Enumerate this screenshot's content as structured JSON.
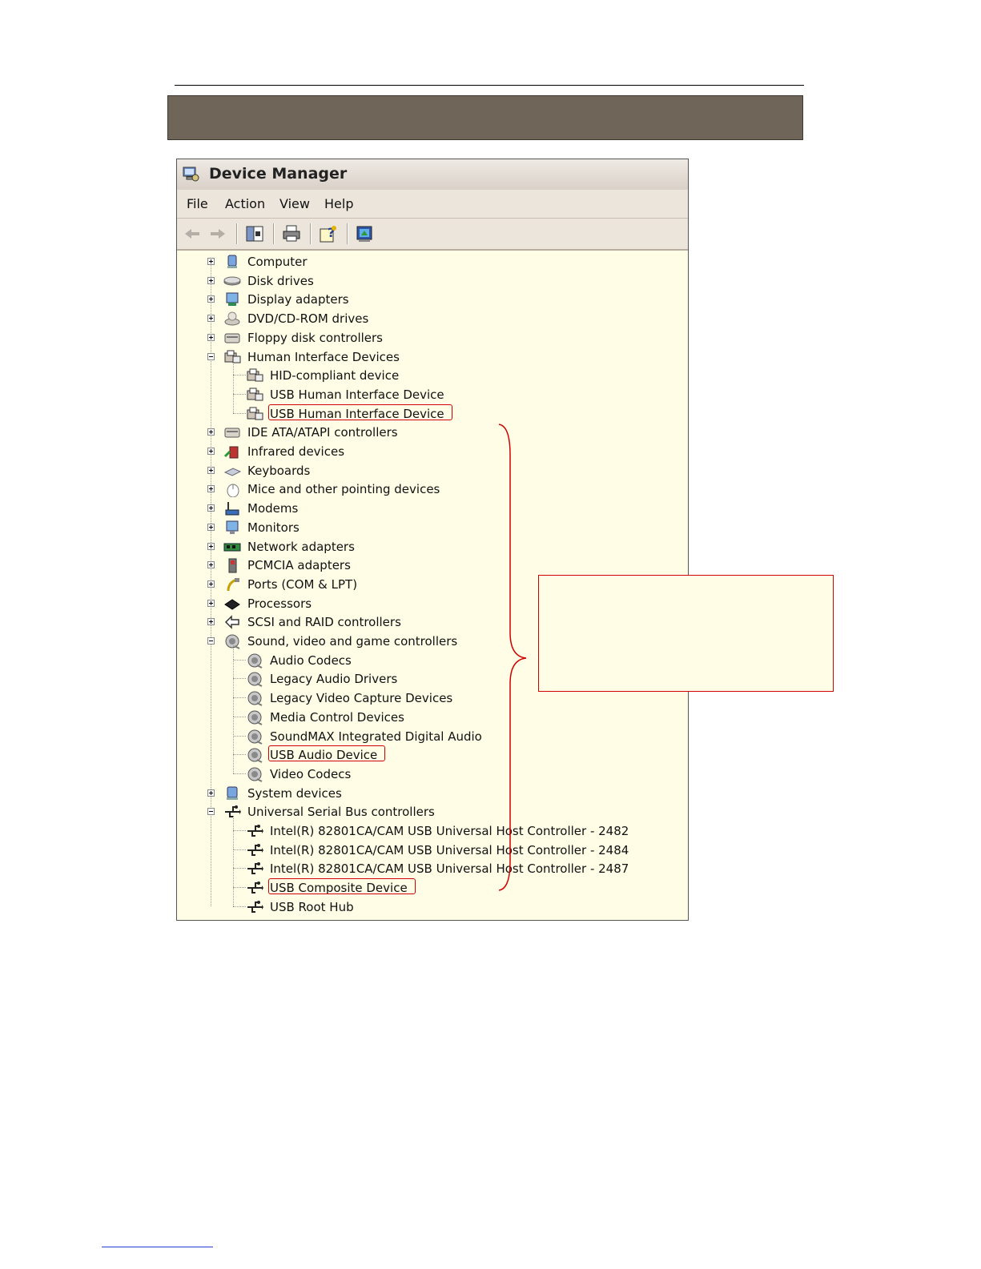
{
  "window": {
    "title": "Device Manager"
  },
  "menu": [
    "File",
    "Action",
    "View",
    "Help"
  ],
  "toolbar": [
    {
      "name": "back-arrow-icon"
    },
    {
      "name": "forward-arrow-icon"
    },
    {
      "name": "show-hide-tree-icon"
    },
    {
      "name": "print-icon"
    },
    {
      "name": "properties-help-icon"
    },
    {
      "name": "scan-hardware-icon"
    }
  ],
  "tree": [
    {
      "label": "Computer",
      "level": 0,
      "expander": "plus",
      "icon": "computer-icon"
    },
    {
      "label": "Disk drives",
      "level": 0,
      "expander": "plus",
      "icon": "disk-drive-icon"
    },
    {
      "label": "Display adapters",
      "level": 0,
      "expander": "plus",
      "icon": "display-adapter-icon"
    },
    {
      "label": "DVD/CD-ROM drives",
      "level": 0,
      "expander": "plus",
      "icon": "cdrom-icon"
    },
    {
      "label": "Floppy disk controllers",
      "level": 0,
      "expander": "plus",
      "icon": "controller-icon"
    },
    {
      "label": "Human Interface Devices",
      "level": 0,
      "expander": "minus",
      "icon": "hid-icon"
    },
    {
      "label": "HID-compliant device",
      "level": 1,
      "icon": "hid-icon"
    },
    {
      "label": "USB Human Interface Device",
      "level": 1,
      "icon": "hid-icon"
    },
    {
      "label": "USB Human Interface Device",
      "level": 1,
      "icon": "hid-icon",
      "highlight": true
    },
    {
      "label": "IDE ATA/ATAPI controllers",
      "level": 0,
      "expander": "plus",
      "icon": "controller-icon"
    },
    {
      "label": "Infrared devices",
      "level": 0,
      "expander": "plus",
      "icon": "infrared-icon"
    },
    {
      "label": "Keyboards",
      "level": 0,
      "expander": "plus",
      "icon": "keyboard-icon"
    },
    {
      "label": "Mice and other pointing devices",
      "level": 0,
      "expander": "plus",
      "icon": "mouse-icon"
    },
    {
      "label": "Modems",
      "level": 0,
      "expander": "plus",
      "icon": "modem-icon"
    },
    {
      "label": "Monitors",
      "level": 0,
      "expander": "plus",
      "icon": "monitor-icon"
    },
    {
      "label": "Network adapters",
      "level": 0,
      "expander": "plus",
      "icon": "network-adapter-icon"
    },
    {
      "label": "PCMCIA adapters",
      "level": 0,
      "expander": "plus",
      "icon": "pcmcia-icon"
    },
    {
      "label": "Ports (COM & LPT)",
      "level": 0,
      "expander": "plus",
      "icon": "port-icon"
    },
    {
      "label": "Processors",
      "level": 0,
      "expander": "plus",
      "icon": "processor-icon"
    },
    {
      "label": "SCSI and RAID controllers",
      "level": 0,
      "expander": "plus",
      "icon": "scsi-icon"
    },
    {
      "label": "Sound, video and game controllers",
      "level": 0,
      "expander": "minus",
      "icon": "sound-icon"
    },
    {
      "label": "Audio Codecs",
      "level": 1,
      "icon": "sound-icon"
    },
    {
      "label": "Legacy Audio Drivers",
      "level": 1,
      "icon": "sound-icon"
    },
    {
      "label": "Legacy Video Capture Devices",
      "level": 1,
      "icon": "sound-icon"
    },
    {
      "label": "Media Control Devices",
      "level": 1,
      "icon": "sound-icon"
    },
    {
      "label": "SoundMAX Integrated Digital Audio",
      "level": 1,
      "icon": "sound-icon"
    },
    {
      "label": "USB Audio Device",
      "level": 1,
      "icon": "sound-icon",
      "highlight": true
    },
    {
      "label": "Video Codecs",
      "level": 1,
      "icon": "sound-icon"
    },
    {
      "label": "System devices",
      "level": 0,
      "expander": "plus",
      "icon": "system-device-icon"
    },
    {
      "label": "Universal Serial Bus controllers",
      "level": 0,
      "expander": "minus",
      "icon": "usb-icon"
    },
    {
      "label": "Intel(R) 82801CA/CAM USB Universal Host Controller - 2482",
      "level": 1,
      "icon": "usb-icon"
    },
    {
      "label": "Intel(R) 82801CA/CAM USB Universal Host Controller - 2484",
      "level": 1,
      "icon": "usb-icon"
    },
    {
      "label": "Intel(R) 82801CA/CAM USB Universal Host Controller - 2487",
      "level": 1,
      "icon": "usb-icon"
    },
    {
      "label": "USB Composite Device",
      "level": 1,
      "icon": "usb-icon",
      "highlight": true
    },
    {
      "label": "USB Root Hub",
      "level": 1,
      "icon": "usb-icon"
    }
  ],
  "colors": {
    "banner": "#6f6558",
    "window_bg": "#fffde6",
    "highlight": "#d00000"
  }
}
